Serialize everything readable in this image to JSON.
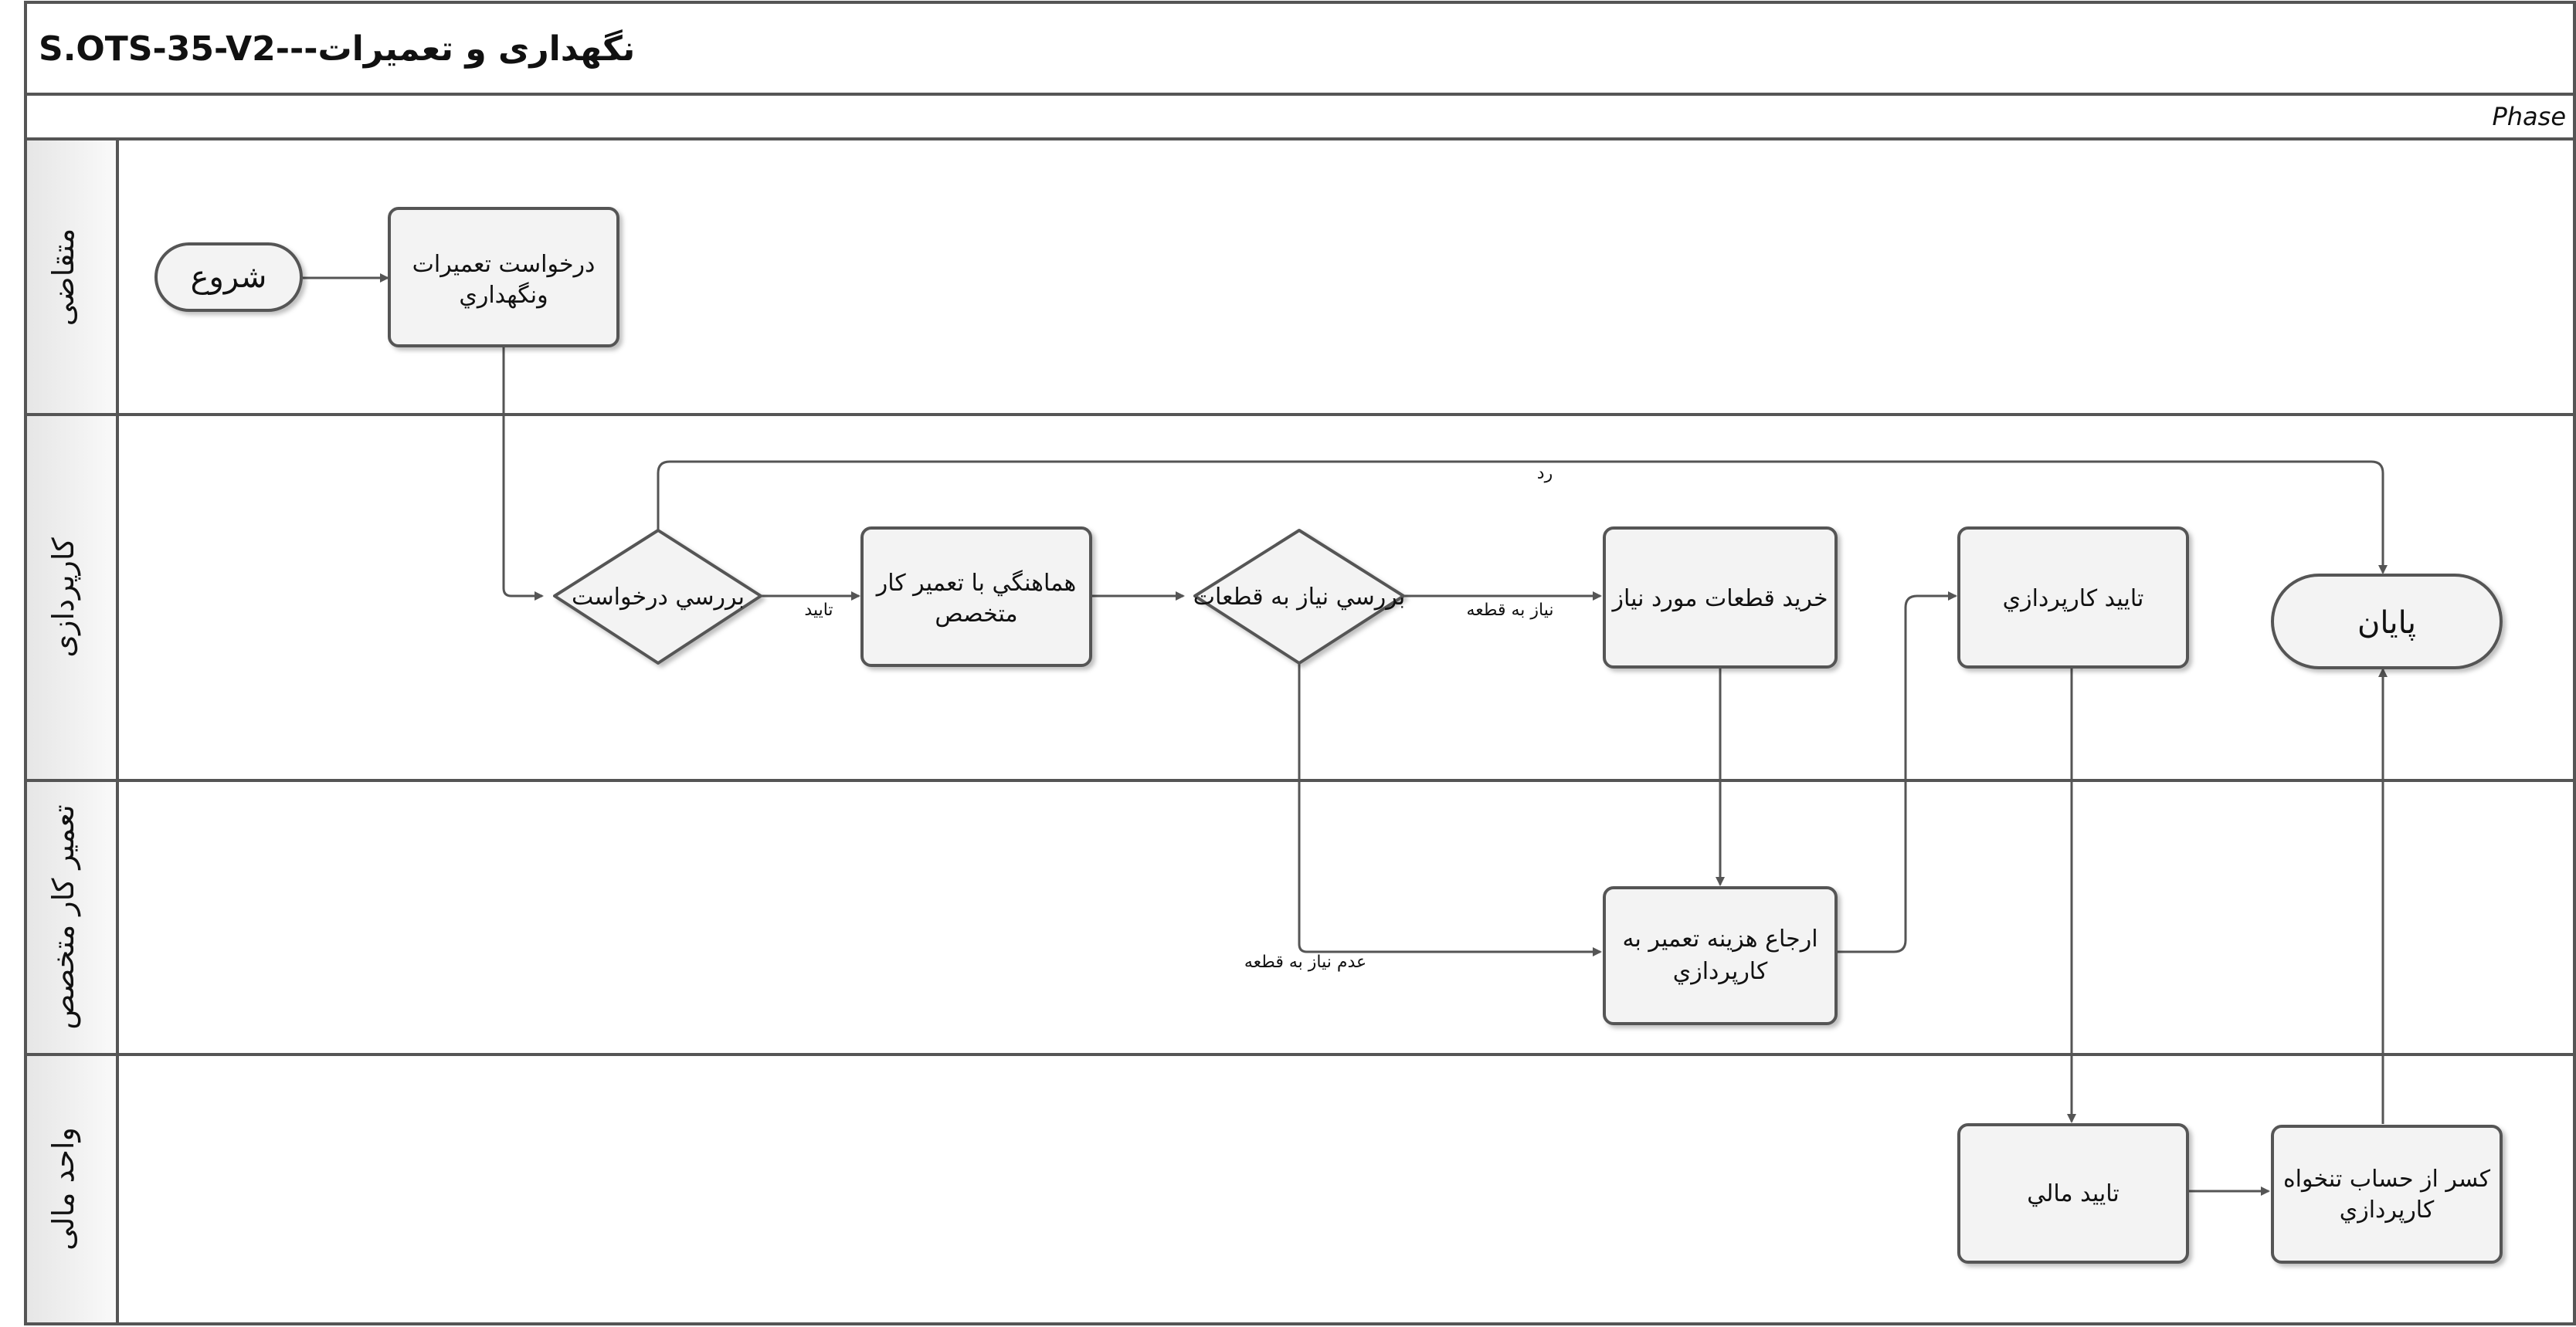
{
  "title": "نگهداری و تعمیرات---S.OTS-35-V2",
  "phase_label": "Phase",
  "lanes": [
    {
      "id": "lane-requester",
      "label": "متقاضی"
    },
    {
      "id": "lane-procurement",
      "label": "کارپردازی"
    },
    {
      "id": "lane-technician",
      "label": "تعمیر کار متخصص"
    },
    {
      "id": "lane-finance",
      "label": "واحد مالی"
    }
  ],
  "nodes": {
    "start": {
      "lines": [
        "شروع"
      ]
    },
    "request": {
      "lines": [
        "درخواست تعميرات",
        "ونگهداري"
      ]
    },
    "review_request": {
      "lines": [
        "بررسي درخواست"
      ]
    },
    "coordinate": {
      "lines": [
        "هماهنگي با تعمير كار",
        "متخصص"
      ]
    },
    "check_parts": {
      "lines": [
        "بررسي نياز به قطعات"
      ]
    },
    "buy_parts": {
      "lines": [
        "خريد قطعات مورد نياز"
      ]
    },
    "approve_procurement": {
      "lines": [
        "تاييد كارپردازي"
      ]
    },
    "end": {
      "lines": [
        "پايان"
      ]
    },
    "send_cost": {
      "lines": [
        "ارجاع هزينه تعمير به",
        "كارپردازي"
      ]
    },
    "approve_finance": {
      "lines": [
        "تاييد مالي"
      ]
    },
    "deduct_salary": {
      "lines": [
        "كسر از حساب تنخواه",
        "كارپردازي"
      ]
    }
  },
  "edge_labels": {
    "reject": "رد",
    "approve": "تاييد",
    "needs_parts": "نياز به قطعه",
    "no_parts": "عدم نياز به قطعه"
  },
  "colors": {
    "stroke": "#555555",
    "node_fill": "#f3f3f3",
    "lane_header_fill": "#f0f0f0",
    "background": "#ffffff"
  }
}
